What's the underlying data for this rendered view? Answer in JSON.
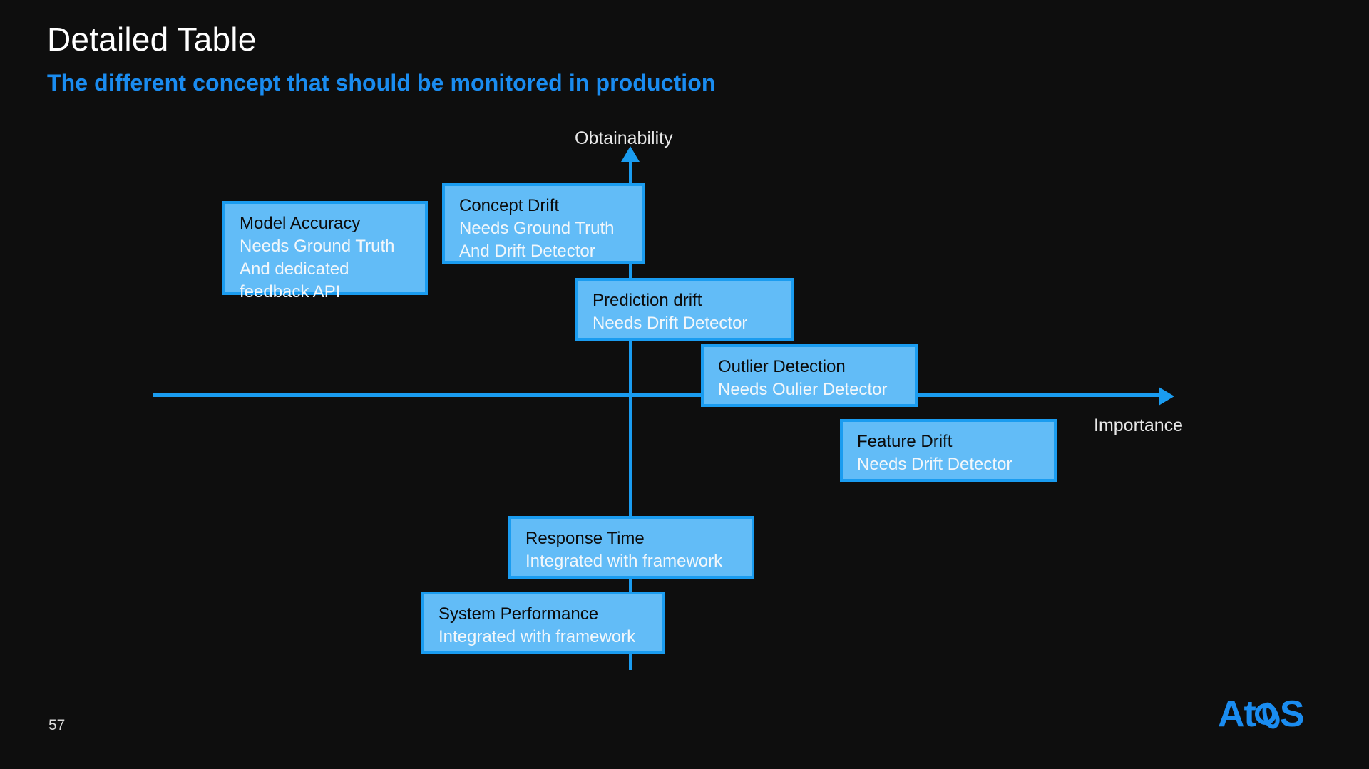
{
  "slide": {
    "title": "Detailed Table",
    "subtitle": "The different concept that should be monitored in production",
    "page_number": "57",
    "logo_text_left": "At",
    "logo_text_right": "S",
    "background_color": "#0e0e0e",
    "accent_color": "#1a9cf0",
    "box_fill_color": "#62bcf7",
    "title_color": "#ffffff",
    "subtitle_color": "#1a8cf0"
  },
  "chart_data": {
    "type": "scatter",
    "title": "Detailed Table",
    "subtitle": "The different concept that should be monitored in production",
    "xlabel": "Importance",
    "ylabel": "Obtainability",
    "grid": false,
    "legend": "none",
    "axes": {
      "y_axis_label": "Obtainability",
      "x_axis_label": "Importance",
      "y_axis_direction": "up",
      "x_axis_direction": "right",
      "origin_note": "Axes cross forming four quadrants; no numeric ticks"
    },
    "items": [
      {
        "name": "Model Accuracy",
        "description": "Needs Ground Truth\nAnd dedicated\nfeedback API",
        "quadrant": "upper-left",
        "importance": "low",
        "obtainability": "high"
      },
      {
        "name": "Concept Drift",
        "description": "Needs Ground Truth\nAnd Drift Detector",
        "quadrant": "upper-left",
        "importance": "medium-low",
        "obtainability": "very high"
      },
      {
        "name": "Prediction drift",
        "description": "Needs Drift Detector",
        "quadrant": "upper-right",
        "importance": "medium",
        "obtainability": "medium-high"
      },
      {
        "name": "Outlier Detection",
        "description": "Needs Oulier Detector",
        "quadrant": "upper-right",
        "importance": "medium-high",
        "obtainability": "medium"
      },
      {
        "name": "Feature Drift",
        "description": "Needs Drift Detector",
        "quadrant": "lower-right",
        "importance": "high",
        "obtainability": "medium-low"
      },
      {
        "name": "Response Time",
        "description": "Integrated with framework",
        "quadrant": "lower-left",
        "importance": "medium-low",
        "obtainability": "low"
      },
      {
        "name": "System Performance",
        "description": "Integrated with framework",
        "quadrant": "lower-left",
        "importance": "low",
        "obtainability": "very low"
      }
    ]
  }
}
